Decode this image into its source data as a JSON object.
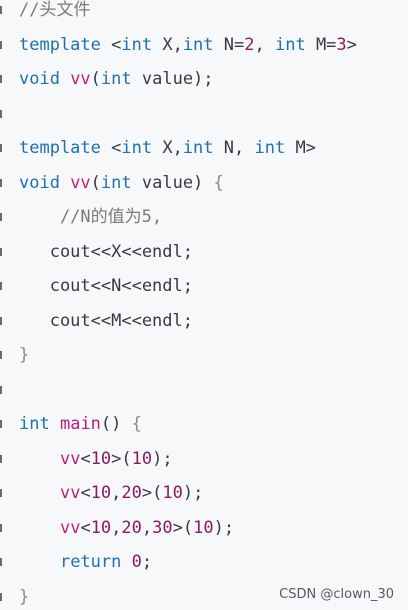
{
  "code": {
    "lines": [
      [
        {
          "t": "//头文件",
          "c": "comment"
        }
      ],
      [
        {
          "t": "template ",
          "c": "keyword"
        },
        {
          "t": "<",
          "c": "text"
        },
        {
          "t": "int",
          "c": "keyword"
        },
        {
          "t": " X,",
          "c": "text"
        },
        {
          "t": "int",
          "c": "keyword"
        },
        {
          "t": " N=",
          "c": "text"
        },
        {
          "t": "2",
          "c": "num"
        },
        {
          "t": ", ",
          "c": "text"
        },
        {
          "t": "int",
          "c": "keyword"
        },
        {
          "t": " M=",
          "c": "text"
        },
        {
          "t": "3",
          "c": "num"
        },
        {
          "t": ">",
          "c": "text"
        }
      ],
      [
        {
          "t": "void ",
          "c": "keyword"
        },
        {
          "t": "vv",
          "c": "func"
        },
        {
          "t": "(",
          "c": "text"
        },
        {
          "t": "int",
          "c": "keyword"
        },
        {
          "t": " value);",
          "c": "text"
        }
      ],
      [],
      [
        {
          "t": "template ",
          "c": "keyword"
        },
        {
          "t": "<",
          "c": "text"
        },
        {
          "t": "int",
          "c": "keyword"
        },
        {
          "t": " X,",
          "c": "text"
        },
        {
          "t": "int",
          "c": "keyword"
        },
        {
          "t": " N, ",
          "c": "text"
        },
        {
          "t": "int",
          "c": "keyword"
        },
        {
          "t": " M>",
          "c": "text"
        }
      ],
      [
        {
          "t": "void ",
          "c": "keyword"
        },
        {
          "t": "vv",
          "c": "func"
        },
        {
          "t": "(",
          "c": "text"
        },
        {
          "t": "int",
          "c": "keyword"
        },
        {
          "t": " value) ",
          "c": "text"
        },
        {
          "t": "{",
          "c": "brace"
        }
      ],
      [
        {
          "t": "    //N的值为5,",
          "c": "comment"
        }
      ],
      [
        {
          "t": "   cout<<X<<endl;",
          "c": "text"
        }
      ],
      [
        {
          "t": "   cout<<N<<endl;",
          "c": "text"
        }
      ],
      [
        {
          "t": "   cout<<M<<endl;",
          "c": "text"
        }
      ],
      [
        {
          "t": "}",
          "c": "brace"
        }
      ],
      [],
      [
        {
          "t": "int",
          "c": "keyword"
        },
        {
          "t": " ",
          "c": "text"
        },
        {
          "t": "main",
          "c": "func"
        },
        {
          "t": "() ",
          "c": "text"
        },
        {
          "t": "{",
          "c": "brace"
        }
      ],
      [
        {
          "t": "    ",
          "c": "text"
        },
        {
          "t": "vv",
          "c": "func"
        },
        {
          "t": "<",
          "c": "text"
        },
        {
          "t": "10",
          "c": "num"
        },
        {
          "t": ">(",
          "c": "text"
        },
        {
          "t": "10",
          "c": "num"
        },
        {
          "t": ");",
          "c": "text"
        }
      ],
      [
        {
          "t": "    ",
          "c": "text"
        },
        {
          "t": "vv",
          "c": "func"
        },
        {
          "t": "<",
          "c": "text"
        },
        {
          "t": "10",
          "c": "num"
        },
        {
          "t": ",",
          "c": "text"
        },
        {
          "t": "20",
          "c": "num"
        },
        {
          "t": ">(",
          "c": "text"
        },
        {
          "t": "10",
          "c": "num"
        },
        {
          "t": ");",
          "c": "text"
        }
      ],
      [
        {
          "t": "    ",
          "c": "text"
        },
        {
          "t": "vv",
          "c": "func"
        },
        {
          "t": "<",
          "c": "text"
        },
        {
          "t": "10",
          "c": "num"
        },
        {
          "t": ",",
          "c": "text"
        },
        {
          "t": "20",
          "c": "num"
        },
        {
          "t": ",",
          "c": "text"
        },
        {
          "t": "30",
          "c": "num"
        },
        {
          "t": ">(",
          "c": "text"
        },
        {
          "t": "10",
          "c": "num"
        },
        {
          "t": ");",
          "c": "text"
        }
      ],
      [
        {
          "t": "    ",
          "c": "text"
        },
        {
          "t": "return",
          "c": "keyword"
        },
        {
          "t": " ",
          "c": "text"
        },
        {
          "t": "0",
          "c": "num"
        },
        {
          "t": ";",
          "c": "text"
        }
      ],
      [
        {
          "t": "}",
          "c": "brace"
        }
      ]
    ]
  },
  "watermark": "CSDN @clown_30",
  "colors": {
    "background": "#f6f8fa",
    "keyword": "#1f6fb2",
    "function": "#c31c7a",
    "number": "#8a1a63",
    "comment": "#7a7a7a",
    "text": "#383a42"
  }
}
